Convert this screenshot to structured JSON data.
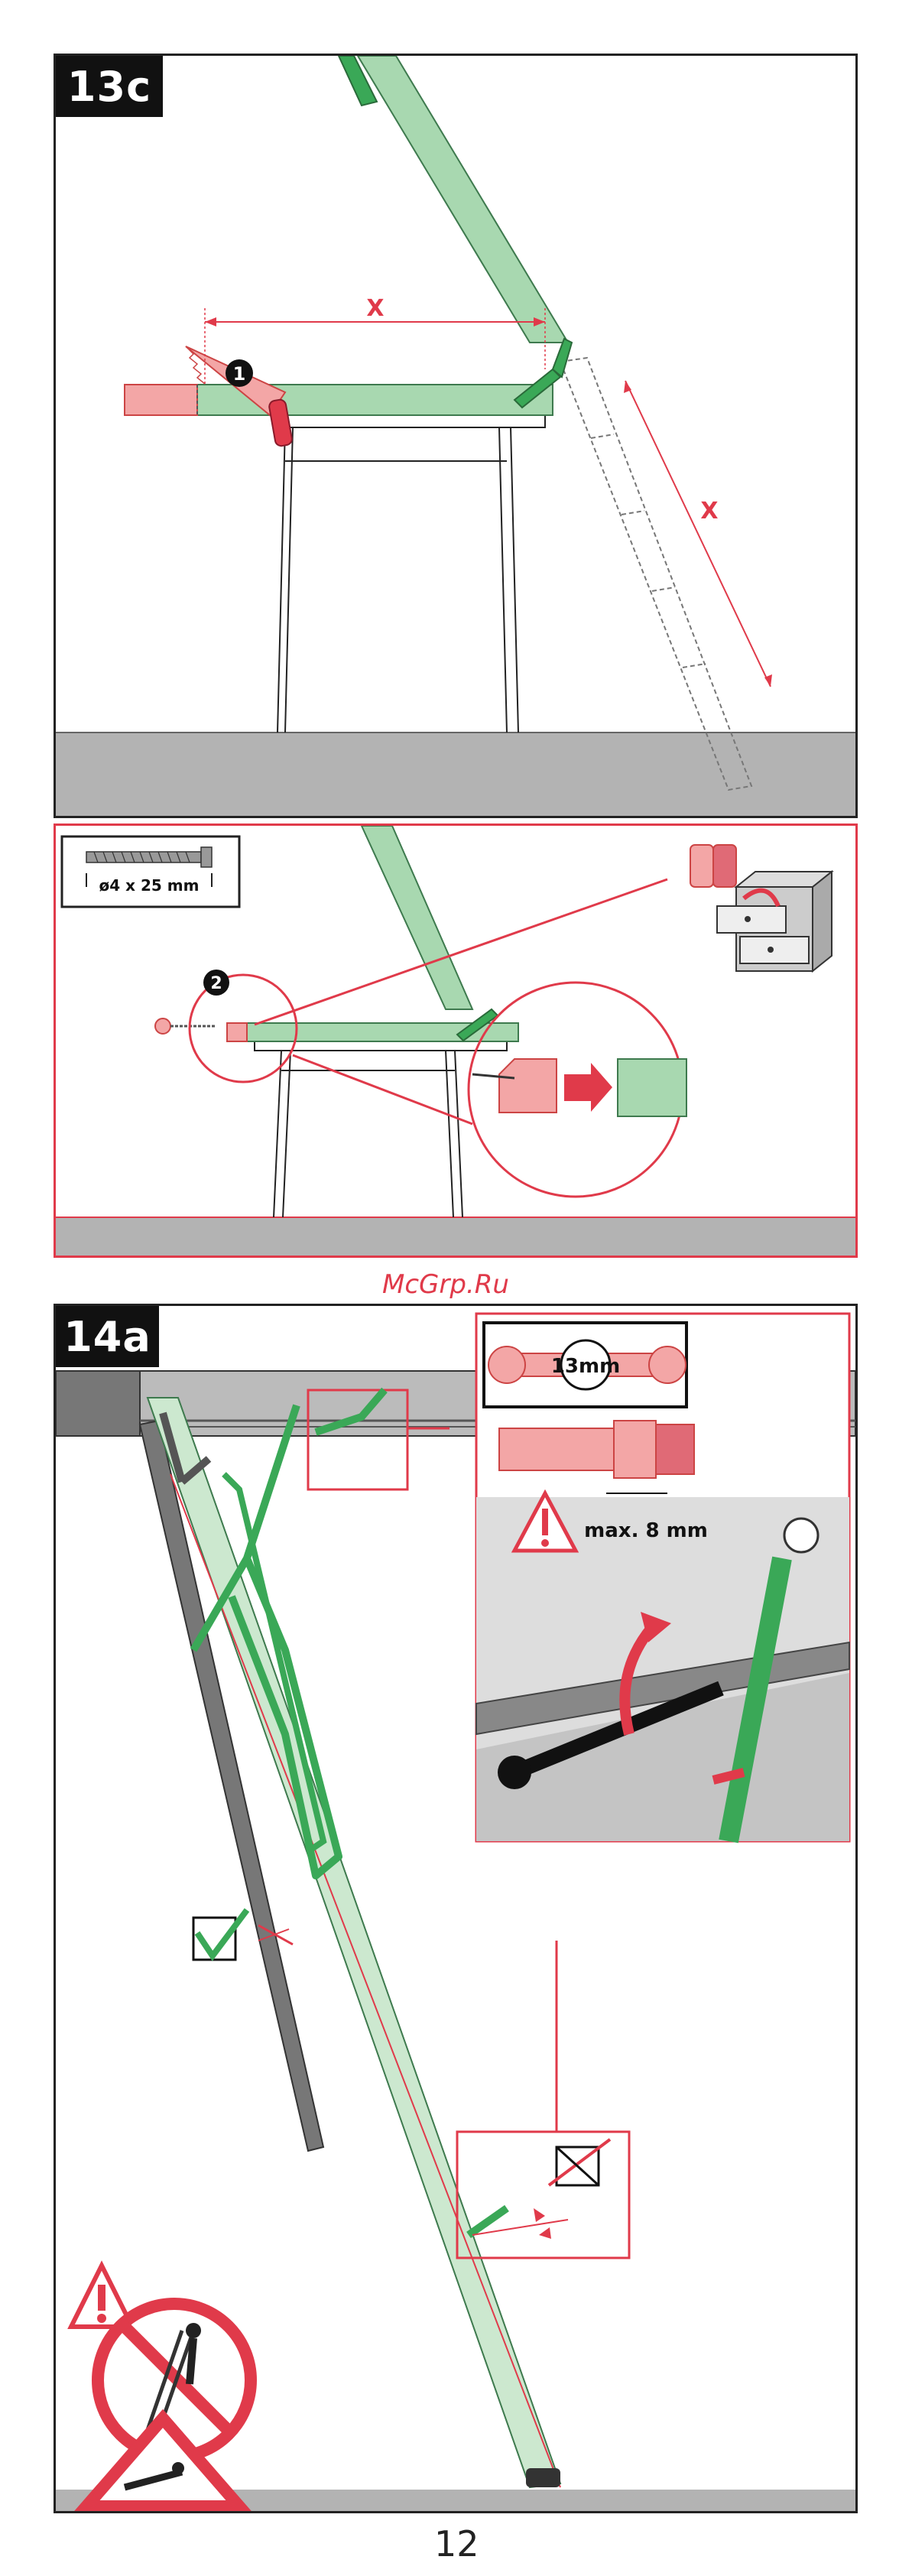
{
  "steps": {
    "step_13c": "13c",
    "step_14a": "14a"
  },
  "labels": {
    "x_horizontal": "X",
    "x_diagonal": "X",
    "callout_1": "1",
    "callout_2": "2",
    "screw_size": "ø4 x 25 mm",
    "wrench_size": "13mm",
    "max_offset": "max. 8 mm"
  },
  "watermark": "McGrp.Ru",
  "page_number": "12",
  "colors": {
    "ladder_green": "#a8d8b0",
    "accent_green": "#3aa857",
    "warning_red": "#e03a4a",
    "cut_pink": "#f3a6a6",
    "floor_gray": "#b3b3b3",
    "frame_dark": "#555555"
  },
  "icons": [
    "saw-icon",
    "screw-icon",
    "drill-icon",
    "drawer-cabinet-icon",
    "wrench-icon",
    "warning-triangle-icon",
    "check-mark-icon",
    "x-box-icon",
    "no-climbing-icon",
    "fall-hazard-icon"
  ]
}
